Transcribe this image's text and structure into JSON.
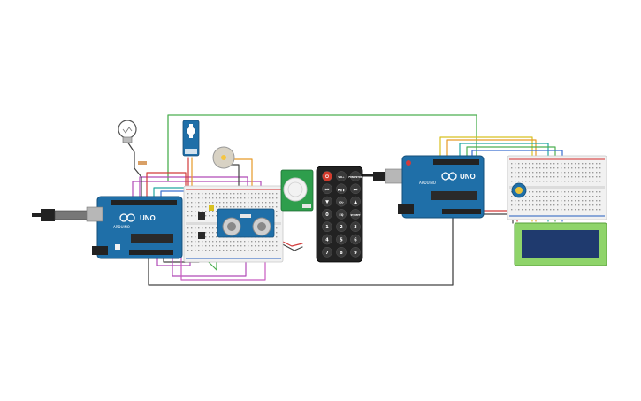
{
  "board_left": {
    "logo_text": "UNO",
    "maker_text": "ARDUINO"
  },
  "board_right": {
    "logo_text": "UNO",
    "maker_text": "ARDUINO"
  },
  "remote": {
    "keys": [
      "⏻",
      "VOL+",
      "FUNC/STOP",
      "⏮",
      "▶❚❚",
      "⏭",
      "▼",
      "VOL-",
      "▲",
      "0",
      "EQ",
      "ST/REPT",
      "1",
      "2",
      "3",
      "4",
      "5",
      "6",
      "7",
      "8",
      "9"
    ]
  },
  "pir_sensor": {
    "label": ""
  },
  "lcd": {
    "line1": "",
    "line2": ""
  },
  "colors": {
    "board_blue": "#1f6fa8",
    "wire_green": "#4caf50",
    "wire_purple": "#b04bb8",
    "wire_orange": "#e69a28",
    "wire_yellow": "#d8c020",
    "wire_teal": "#21a7a0",
    "wire_dark": "#333333",
    "lcd_green": "#8fd46a",
    "pir_green": "#2e9e4c"
  }
}
